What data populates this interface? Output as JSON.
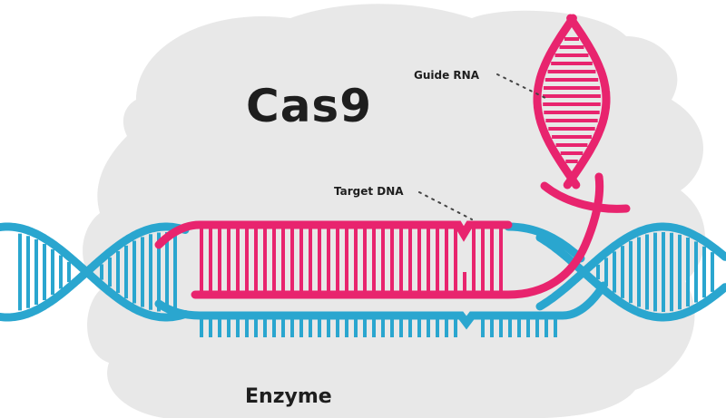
{
  "labels": {
    "title": "Cas9",
    "enzyme": "Enzyme",
    "guide_rna": "Guide RNA",
    "target_dna": "Target DNA"
  },
  "colors": {
    "dna": "#2aa6cf",
    "rna": "#e8246e",
    "blob": "#e8e8e8",
    "text": "#1e1e1e",
    "leader": "#444444"
  }
}
